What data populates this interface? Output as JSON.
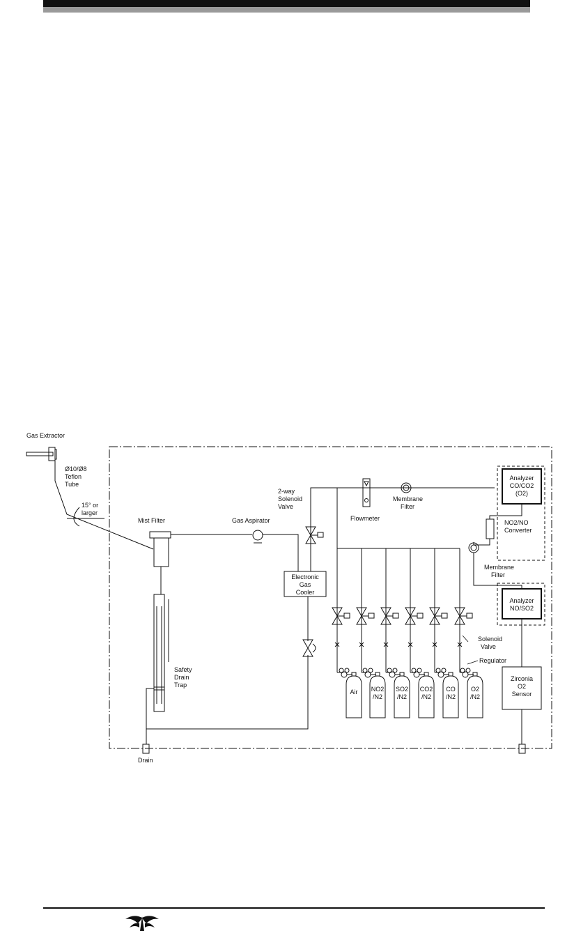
{
  "labels": {
    "gas_extractor": "Gas Extractor",
    "teflon_1": "Ø10/Ø8",
    "teflon_2": "Teflon",
    "teflon_3": "Tube",
    "angle_1": "15° or",
    "angle_2": "larger",
    "mist_filter": "Mist Filter",
    "gas_aspirator": "Gas Aspirator",
    "valve2way_1": "2-way",
    "valve2way_2": "Solenoid",
    "valve2way_3": "Valve",
    "flowmeter": "Flowmeter",
    "membrane1_1": "Membrane",
    "membrane1_2": "Filter",
    "analyzer1_1": "Analyzer",
    "analyzer1_2": "CO/CO2",
    "analyzer1_3": "(O2)",
    "converter_1": "NO2/NO",
    "converter_2": "Converter",
    "membrane2_1": "Membrane",
    "membrane2_2": "Filter",
    "analyzer2_1": "Analyzer",
    "analyzer2_2": "NO/SO2",
    "cooler_1": "Electronic",
    "cooler_2": "Gas",
    "cooler_3": "Cooler",
    "solenoid_1": "Solenoid",
    "solenoid_2": "Valve",
    "regulator": "Regulator",
    "drain_trap_1": "Safety",
    "drain_trap_2": "Drain",
    "drain_trap_3": "Trap",
    "zirconia_1": "Zirconia",
    "zirconia_2": "O2",
    "zirconia_3": "Sensor",
    "drain": "Drain"
  },
  "cylinders": [
    {
      "l1": "Air",
      "l2": ""
    },
    {
      "l1": "NO2",
      "l2": "/N2"
    },
    {
      "l1": "SO2",
      "l2": "/N2"
    },
    {
      "l1": "CO2",
      "l2": "/N2"
    },
    {
      "l1": "CO",
      "l2": "/N2"
    },
    {
      "l1": "O2",
      "l2": "/N2"
    }
  ]
}
